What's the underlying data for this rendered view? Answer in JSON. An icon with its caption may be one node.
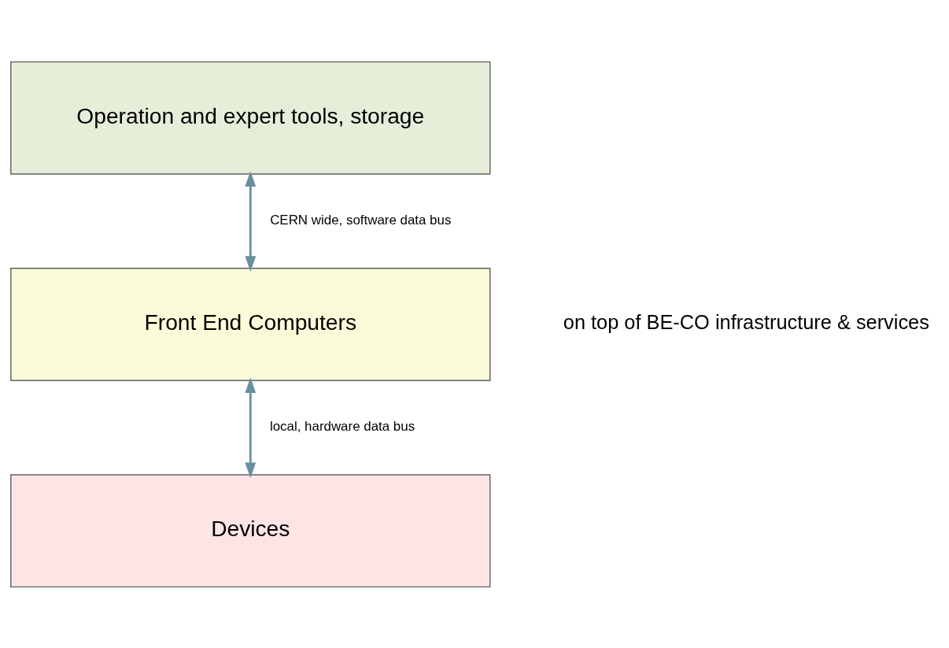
{
  "diagram": {
    "nodes": [
      {
        "text": [
          "Operation and expert tools, storage"
        ]
      },
      {
        "text": [
          "Front End Computers"
        ]
      },
      {
        "text": [
          "Devices"
        ]
      }
    ],
    "edges": [
      {
        "from": 0,
        "to": 1,
        "arrow": "both",
        "label": "CERN wide, software data bus"
      },
      {
        "from": 1,
        "to": 2,
        "arrow": "both",
        "label": "local, hardware data bus"
      }
    ],
    "labels": [
      "on top of BE-CO infrastructure & services"
    ]
  }
}
